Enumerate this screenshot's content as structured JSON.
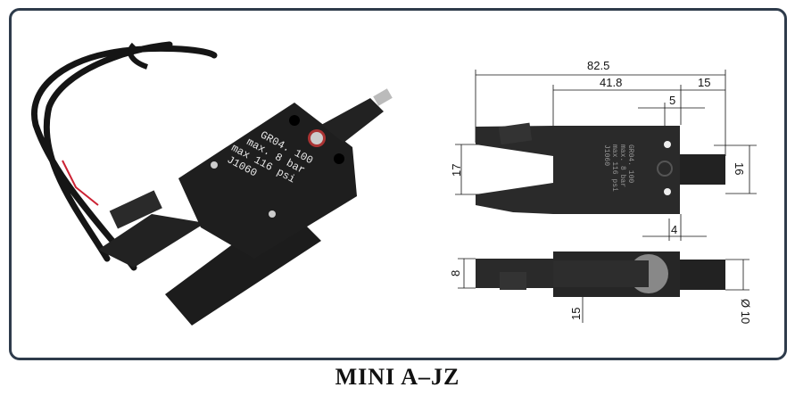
{
  "product": {
    "caption": "MINI A–JZ",
    "engraving": {
      "model": "GR04. 100",
      "pressure_bar": "max. 8 bar",
      "pressure_psi": "max 116 psi",
      "code": "J1060"
    }
  },
  "drawing": {
    "dimensions": {
      "overall_length": "82.5",
      "body_length": "41.8",
      "connector_length": "15",
      "hole_offset_top": "5",
      "jaw_opening": "17",
      "connector_height": "16",
      "hole_offset_bottom": "4",
      "jaw_thickness": "8",
      "body_thickness": "15",
      "connector_diameter": "Ø 10"
    }
  }
}
